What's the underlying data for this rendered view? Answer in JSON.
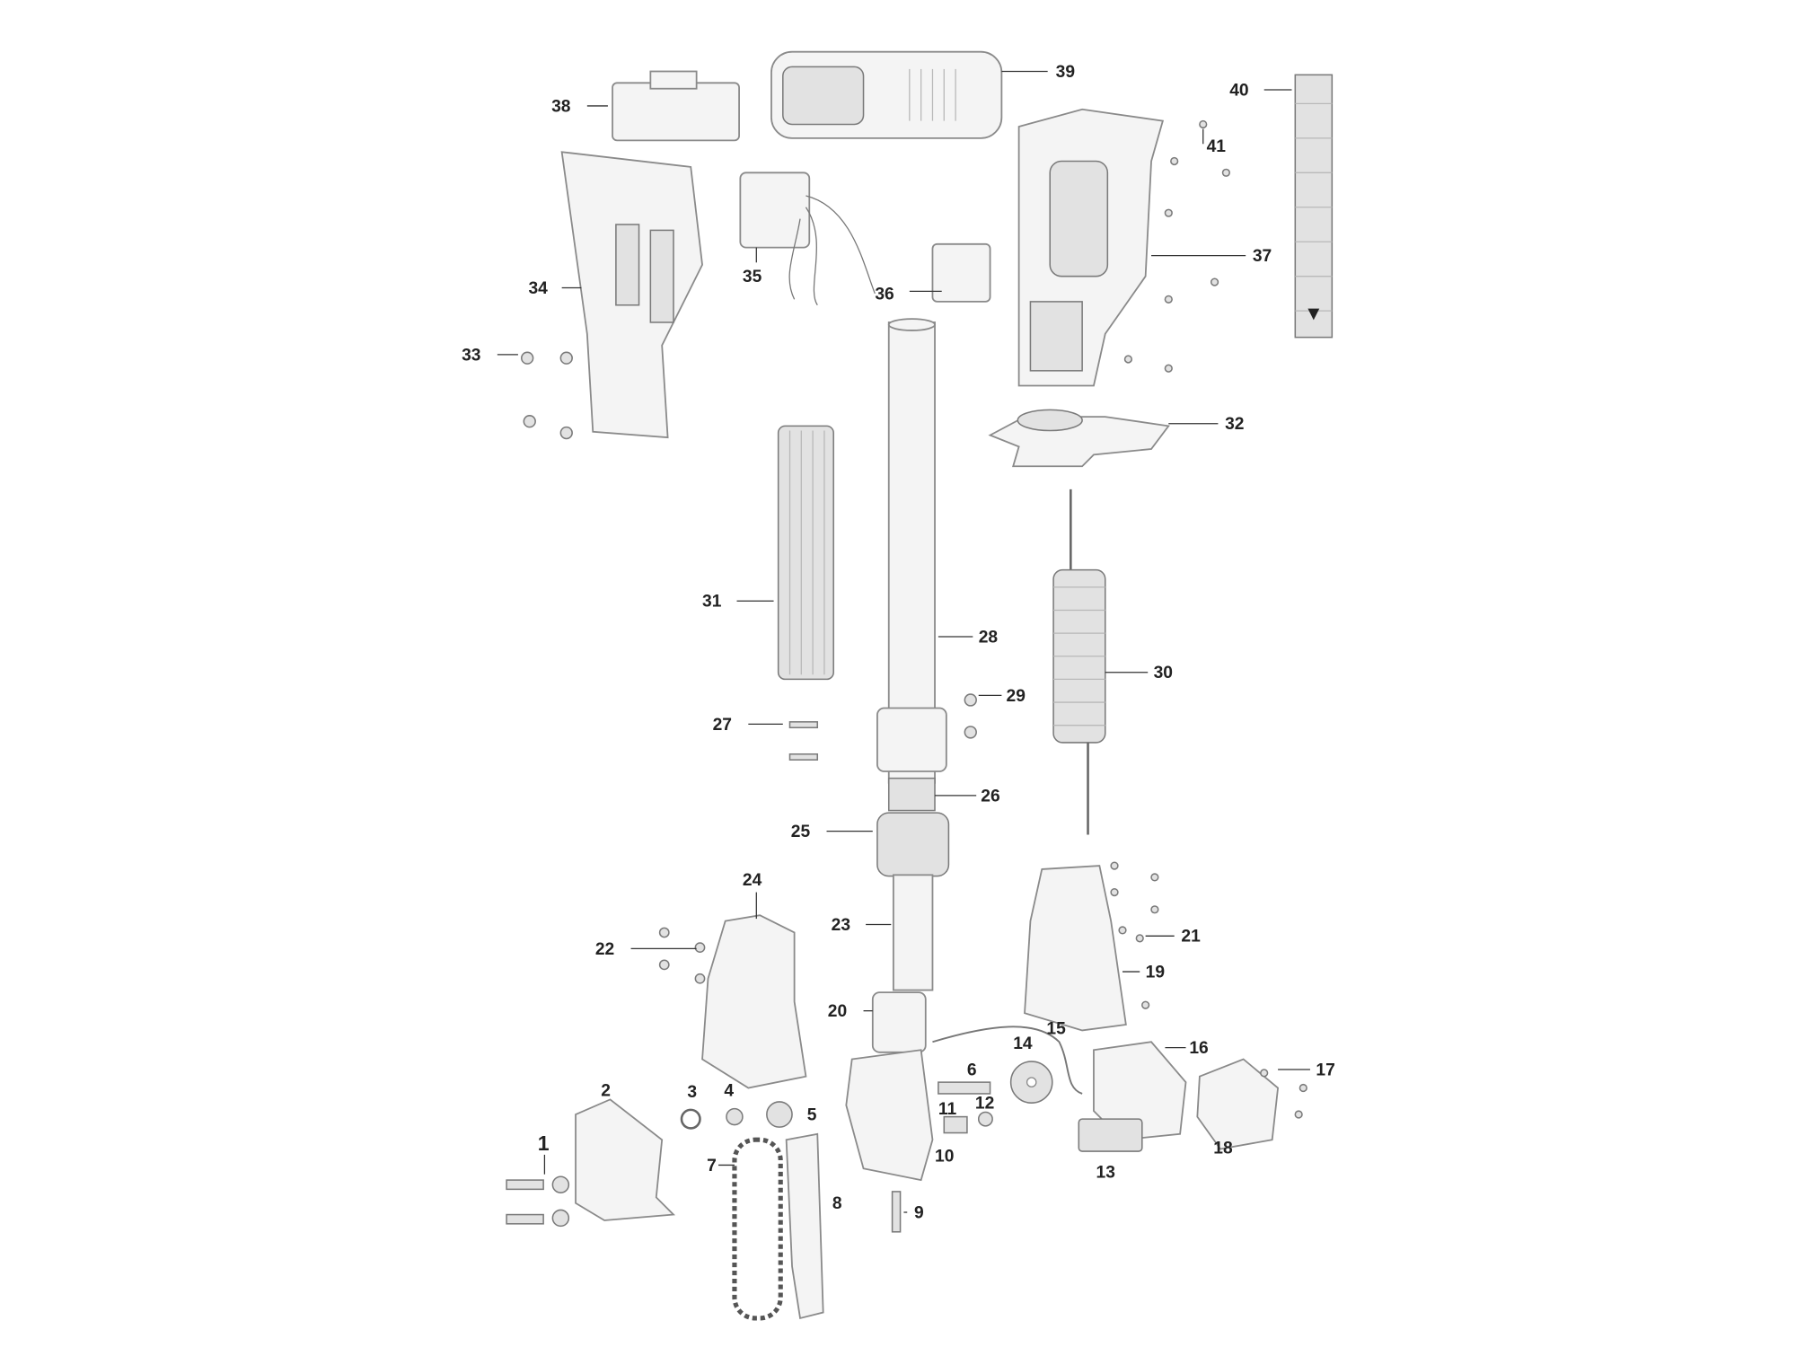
{
  "title": "Exploded parts diagram",
  "labels": {
    "p1": "1",
    "p2": "2",
    "p3": "3",
    "p4": "4",
    "p5": "5",
    "p6": "6",
    "p7": "7",
    "p8": "8",
    "p9": "9",
    "p10": "10",
    "p11": "11",
    "p12": "12",
    "p13": "13",
    "p14": "14",
    "p15": "15",
    "p16": "16",
    "p17": "17",
    "p18": "18",
    "p19": "19",
    "p20": "20",
    "p21": "21",
    "p22": "22",
    "p23": "23",
    "p24": "24",
    "p25": "25",
    "p26": "26",
    "p27": "27",
    "p28": "28",
    "p29": "29",
    "p30": "30",
    "p31": "31",
    "p32": "32",
    "p33": "33",
    "p34": "34",
    "p35": "35",
    "p36": "36",
    "p37": "37",
    "p38": "38",
    "p39": "39",
    "p40": "40",
    "p41": "41"
  }
}
